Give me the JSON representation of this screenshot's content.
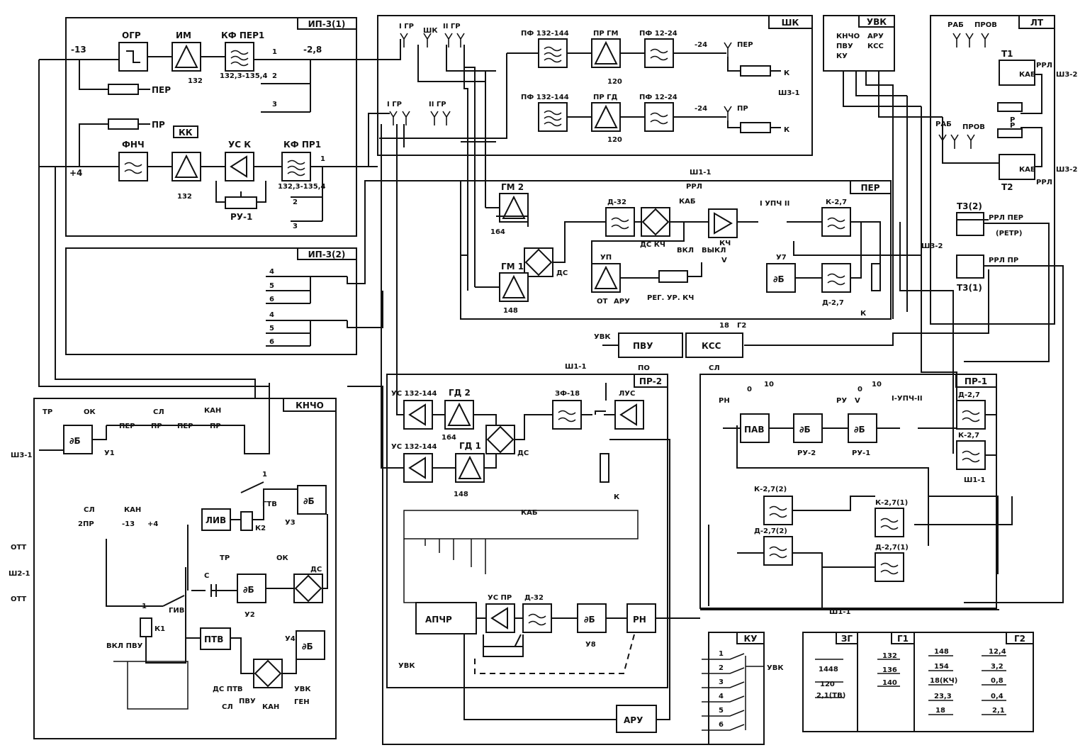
{
  "panels": {
    "ip3_1": "ИП-3(1)",
    "ip3_2": "ИП-3(2)",
    "shk": "ШК",
    "uvk": "УВК",
    "lt": "ЛТ",
    "per": "ПЕР",
    "pr2": "ПР-2",
    "pr1": "ПР-1",
    "knchо": "КНЧО",
    "ku": "КУ",
    "zg": "ЗГ",
    "g1": "Г1",
    "g2": "Г2"
  },
  "ip3_1": {
    "ogr": "ОГР",
    "im": "ИМ",
    "kf_per1": "КФ ПЕР1",
    "im_freq": "132",
    "band": "132,3-135,4",
    "n13": "-13",
    "n28": "-2,8",
    "t1": "1",
    "t2": "2",
    "t3": "3",
    "per": "ПЕР",
    "pr": "ПР",
    "fnch": "ФНЧ",
    "kk": "КК",
    "us_k": "УС К",
    "kf_pr1": "КФ ПР1",
    "kk_freq": "132",
    "band2": "132,3-135,4",
    "p4": "+4",
    "ru1": "РУ-1",
    "t1b": "1",
    "t2b": "2",
    "t3b": "3"
  },
  "ip3_2": {
    "t4a": "4",
    "t5a": "5",
    "t6a": "6",
    "t4b": "4",
    "t5b": "5",
    "t6b": "6"
  },
  "shk": {
    "igr": "I ГР",
    "shk_lbl": "ШК",
    "iigr": "II ГР",
    "pf1": "ПФ 132-144",
    "pr_gm": "ПР ГМ",
    "pf2": "ПФ 12-24",
    "m24a": "-24",
    "per": "ПЕР",
    "f120a": "120",
    "k1": "К",
    "sh31": "Ш3-1",
    "igr2": "I ГР",
    "iigr2": "II ГР",
    "pf3": "ПФ 132-144",
    "pr_gd": "ПР ГД",
    "pf4": "ПФ 12-24",
    "m24b": "-24",
    "pr": "ПР",
    "f120b": "120",
    "k2": "К"
  },
  "uvk": {
    "kncho": "КНЧО",
    "pvu": "ПВУ",
    "ku": "КУ",
    "aru": "АРУ",
    "kss": "КСС"
  },
  "lt": {
    "rab1": "РАБ",
    "prov1": "ПРОВ",
    "t1": "Т1",
    "rrl1": "РРЛ",
    "kab1": "КАБ",
    "sh32a": "Ш3-2",
    "p1": "Р",
    "p2": "Р",
    "rab2": "РАБ",
    "prov2": "ПРОВ",
    "t2": "Т2",
    "kab2": "КАБ",
    "rrl2": "РРЛ",
    "sh32b": "Ш3-2",
    "t32": "Т3(2)",
    "rrl_per": "РРЛ ПЕР",
    "retr": "(РЕТР)",
    "sh32c": "Ш3-2",
    "rrl_pr": "РРЛ ПР",
    "t31": "Т3(1)"
  },
  "per": {
    "sh11": "Ш1-1",
    "rrl": "РРЛ",
    "kab": "КАБ",
    "gm2": "ГМ 2",
    "f164": "164",
    "d32": "Д-32",
    "ds_kch": "ДС КЧ",
    "kch": "КЧ",
    "upch": "I УПЧ II",
    "k27": "К-2,7",
    "ds": "ДС",
    "gm1": "ГМ 1",
    "f148": "148",
    "up": "УП",
    "vkl": "ВКЛ",
    "vykl": "ВЫКЛ",
    "v": "V",
    "u7": "У7",
    "db": "∂Б",
    "ot": "ОТ",
    "aru": "АРУ",
    "reg": "РЕГ. УР. КЧ",
    "d27": "Д-2,7",
    "k": "К",
    "n18": "18",
    "g2": "Г2"
  },
  "mid": {
    "uvk": "УВК",
    "pvu": "ПВУ",
    "kss": "КСС",
    "po": "ПО",
    "sl": "СЛ"
  },
  "pr2": {
    "sh11": "Ш1-1",
    "us1": "УС 132-144",
    "gd2": "ГД 2",
    "zf": "ЗФ-18",
    "lus": "ЛУС",
    "f164": "164",
    "ds": "ДС",
    "us2": "УС 132-144",
    "gd1": "ГД 1",
    "f148": "148",
    "k": "К",
    "kab": "КАБ",
    "apch": "АПЧР",
    "us_pr": "УС ПР",
    "d32": "Д-32",
    "db": "∂Б",
    "rn": "РН",
    "u8": "У8",
    "uvk": "УВК",
    "aru": "АРУ"
  },
  "pr1": {
    "rn": "РН",
    "o1": "0",
    "n10a": "10",
    "pav": "ПАВ",
    "db1": "∂Б",
    "ru2": "РУ-2",
    "ru": "РУ",
    "v": "V",
    "o2": "0",
    "n10b": "10",
    "db2": "∂Б",
    "ru1": "РУ-1",
    "upch": "I-УПЧ-II",
    "d27": "Д-2,7",
    "k27": "К-2,7",
    "sh11a": "Ш1-1",
    "k272": "К-2,7(2)",
    "d272": "Д-2,7(2)",
    "k271": "К-2,7(1)",
    "d271": "Д-2,7(1)",
    "sh11b": "Ш1-1"
  },
  "kncho": {
    "tr": "ТР",
    "ok": "ОК",
    "sl": "СЛ",
    "kan": "КАН",
    "db": "∂Б",
    "u1": "У1",
    "per1": "ПЕР",
    "pr1": "ПР",
    "per2": "ПЕР",
    "pr2": "ПР",
    "sh31": "Ш3-1",
    "sl2": "СЛ",
    "kan2": "КАН",
    "pr2b": "2ПР",
    "n13": "-13",
    "p4": "+4",
    "liv": "ЛИВ",
    "k2": "К2",
    "gtv": "ГТВ",
    "u3": "У3",
    "db3": "∂Б",
    "ott1": "ОТТ",
    "sh21": "Ш2-1",
    "ott2": "ОТТ",
    "c": "С",
    "tr2": "ТР",
    "ok2": "ОК",
    "db2": "∂Б",
    "u2": "У2",
    "ds": "ДС",
    "giv": "ГИВ",
    "k1": "К1",
    "ptv": "ПТВ",
    "vkl_pvu": "ВКЛ ПВУ",
    "u4": "У4",
    "db4": "∂Б",
    "ds_ptv": "ДС ПТВ",
    "uvk": "УВК",
    "gen": "ГЕН",
    "sl3": "СЛ",
    "pvu": "ПВУ",
    "kan3": "КАН",
    "one": "1",
    "one2": "1"
  },
  "ku": {
    "n1": "1",
    "n2": "2",
    "n3": "3",
    "n4": "4",
    "n5": "5",
    "n6": "6",
    "uvk": "УВК"
  },
  "freq_tables": {
    "zg": [
      "1448",
      "120",
      "2,1(ТВ)"
    ],
    "g1": [
      "132",
      "136",
      "140"
    ],
    "g2a": [
      "148",
      "154",
      "18(КЧ)",
      "23,3",
      "18"
    ],
    "g2b": [
      "12,4",
      "3,2",
      "0,8",
      "0,4",
      "2,1"
    ]
  }
}
